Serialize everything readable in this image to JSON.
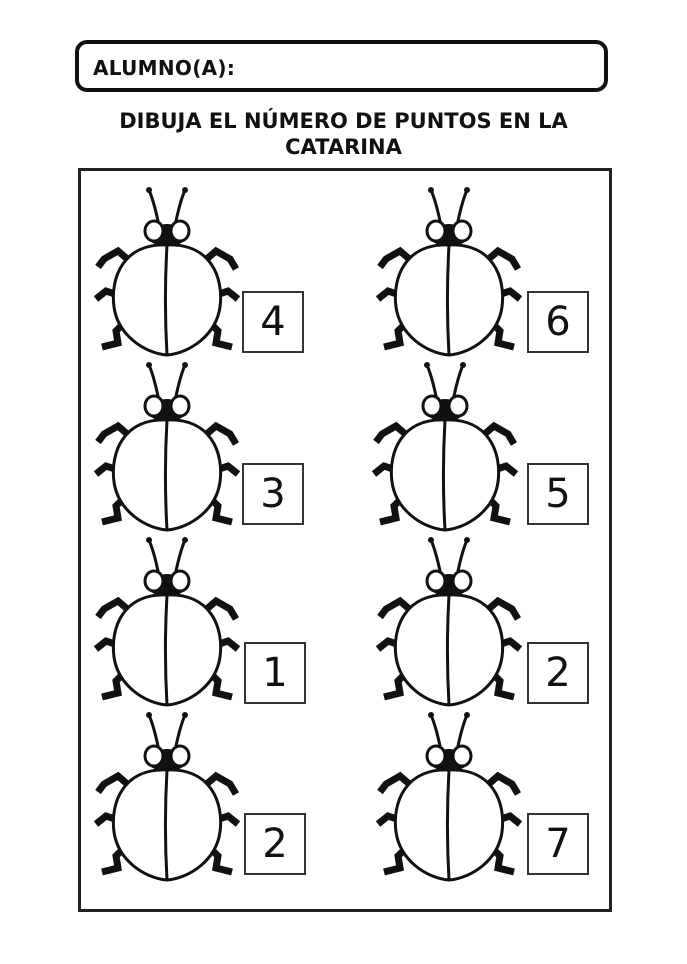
{
  "header": {
    "student_label": "ALUMNO(A):"
  },
  "instruction": {
    "line1": "DIBUJA EL NÚMERO DE PUNTOS EN LA",
    "line2": "CATARINA"
  },
  "ladybugs": [
    {
      "number": "4"
    },
    {
      "number": "6"
    },
    {
      "number": "3"
    },
    {
      "number": "5"
    },
    {
      "number": "1"
    },
    {
      "number": "2"
    },
    {
      "number": "2"
    },
    {
      "number": "7"
    }
  ]
}
